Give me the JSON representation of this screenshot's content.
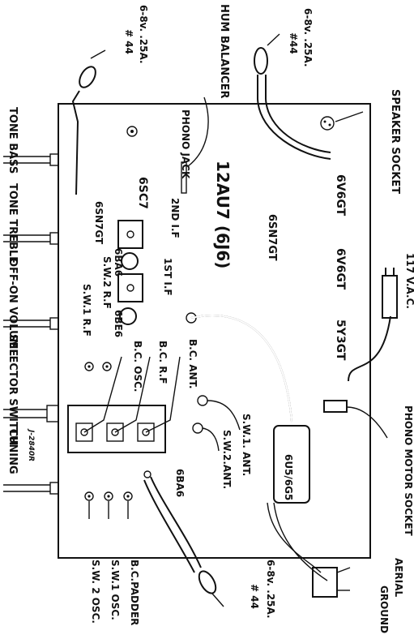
{
  "labels": {
    "hum_balancer": "HUM BALANCER",
    "lamp_top_left_spec": "6-8v. .25A.",
    "lamp_top_left_no": "# 44",
    "lamp_top_right_spec": "6-8v. .25A.",
    "lamp_top_right_no": "#44",
    "speaker_socket": "SPEAKER SOCKET",
    "phono_jack": "PHONO JACK",
    "tone_bass": "TONE BASS",
    "tone_treble": "TONE TREBLE",
    "off_on_volume": "OFF-ON VOLUME",
    "selector_switch": "SELECTOR SWITCH",
    "tuning": "TUNING",
    "ac_117": "117 V.A.C.",
    "phono_motor_socket": "PHONO MOTOR SOCKET",
    "aerial": "AERIAL",
    "ground": "GROUND",
    "lamp_bottom_right_spec": "6-8v. .25A.",
    "lamp_bottom_right_no": "# 44",
    "bc_padder": "B.C.PADDER",
    "sw1_osc_bottom": "S.W.1 OSC.",
    "sw2_osc_bottom": "S.W. 2 OSC.",
    "tube_6sc7": "6SC7",
    "tube_12au7": "12AU7 (6J6)",
    "tube_6v6gt_1": "6V6GT",
    "tube_6v6gt_2": "6V6GT",
    "tube_5y3gt": "5Y3GT",
    "tube_6sn7gt_center": "6SN7GT",
    "tube_6sn7gt_left": "6SN7GT",
    "tube_6ba6_1": "6BA6",
    "tube_6be6": "6BE6",
    "tube_6ba6_2": "6BA6",
    "tube_6u5": "6U5/6G5",
    "second_if": "2ND I.F",
    "first_if": "1ST I.F",
    "sw2_rf": "S.W.2 R.F",
    "sw1_rf": "S.W.1 R.F",
    "bc_osc": "B.C. OSC.",
    "bc_rf": "B.C. R.F",
    "bc_ant": "B.C. ANT.",
    "sw1_ant": "S.W.1. ANT.",
    "sw2_ant": "S.W.2.ANT.",
    "drawing_no": "J-2840R"
  }
}
